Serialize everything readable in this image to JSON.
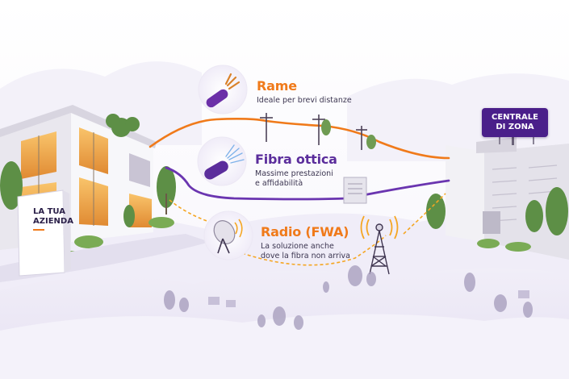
{
  "options": [
    {
      "id": "rame",
      "title": "Rame",
      "description": [
        "Ideale per brevi distanze"
      ],
      "color": "#f07a1a",
      "icon": "copper-cable-icon"
    },
    {
      "id": "fibra",
      "title": "Fibra ottica",
      "description": [
        "Massime prestazioni",
        "e affidabilità"
      ],
      "color": "#5b2d9c",
      "icon": "fiber-optic-cable-icon"
    },
    {
      "id": "radio",
      "title": "Radio (FWA)",
      "description": [
        "La soluzione anche",
        "dove la fibra non arriva"
      ],
      "color": "#f07a1a",
      "icon": "satellite-dish-icon"
    }
  ],
  "company_sign": {
    "lines": [
      "LA TUA",
      "AZIENDA"
    ],
    "accent": "#f07a1a"
  },
  "exchange_sign": {
    "lines": [
      "CENTRALE",
      "DI ZONA"
    ],
    "color": "#4a1f8a"
  },
  "colors": {
    "copper_line": "#f07a1a",
    "fiber_line": "#6a35b0",
    "radio_link": "#f5a623",
    "landscape": "#ece8f6"
  }
}
